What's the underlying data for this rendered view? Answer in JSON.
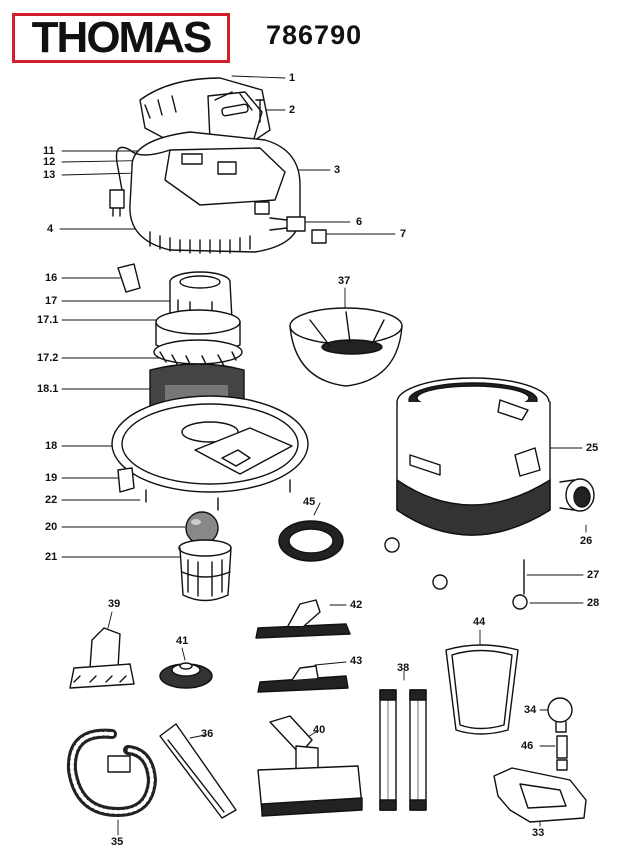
{
  "header": {
    "brand": "THOMAS",
    "model_number": "786790",
    "brand_color": "#d2202b"
  },
  "callouts": [
    {
      "id": "c1",
      "label": "1"
    },
    {
      "id": "c2",
      "label": "2"
    },
    {
      "id": "c3",
      "label": "3"
    },
    {
      "id": "c4",
      "label": "4"
    },
    {
      "id": "c6",
      "label": "6"
    },
    {
      "id": "c7",
      "label": "7"
    },
    {
      "id": "c11",
      "label": "11"
    },
    {
      "id": "c12",
      "label": "12"
    },
    {
      "id": "c13",
      "label": "13"
    },
    {
      "id": "c16",
      "label": "16"
    },
    {
      "id": "c17",
      "label": "17"
    },
    {
      "id": "c17_1",
      "label": "17.1"
    },
    {
      "id": "c17_2",
      "label": "17.2"
    },
    {
      "id": "c18_1",
      "label": "18.1"
    },
    {
      "id": "c18",
      "label": "18"
    },
    {
      "id": "c19",
      "label": "19"
    },
    {
      "id": "c20",
      "label": "20"
    },
    {
      "id": "c21",
      "label": "21"
    },
    {
      "id": "c22",
      "label": "22"
    },
    {
      "id": "c25",
      "label": "25"
    },
    {
      "id": "c26",
      "label": "26"
    },
    {
      "id": "c27",
      "label": "27"
    },
    {
      "id": "c28",
      "label": "28"
    },
    {
      "id": "c33",
      "label": "33"
    },
    {
      "id": "c34",
      "label": "34"
    },
    {
      "id": "c35",
      "label": "35"
    },
    {
      "id": "c36",
      "label": "36"
    },
    {
      "id": "c37",
      "label": "37"
    },
    {
      "id": "c38",
      "label": "38"
    },
    {
      "id": "c39",
      "label": "39"
    },
    {
      "id": "c40",
      "label": "40"
    },
    {
      "id": "c41",
      "label": "41"
    },
    {
      "id": "c42",
      "label": "42"
    },
    {
      "id": "c43",
      "label": "43"
    },
    {
      "id": "c44",
      "label": "44"
    },
    {
      "id": "c45",
      "label": "45"
    },
    {
      "id": "c46",
      "label": "46"
    }
  ]
}
